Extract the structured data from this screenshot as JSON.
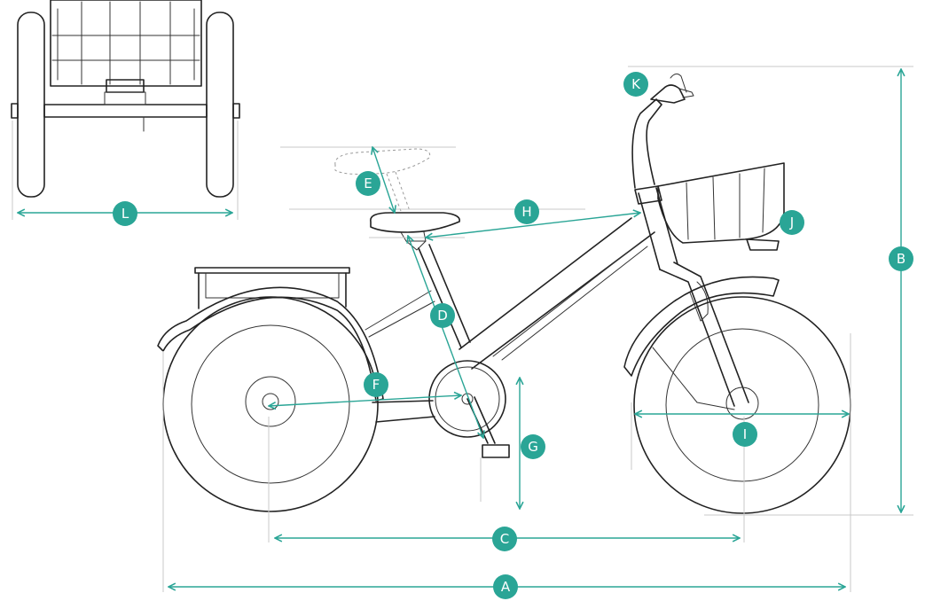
{
  "accent_color": "#2aa596",
  "markers": {
    "A": "A",
    "B": "B",
    "C": "C",
    "D": "D",
    "E": "E",
    "F": "F",
    "G": "G",
    "H": "H",
    "I": "I",
    "J": "J",
    "K": "K",
    "L": "L"
  }
}
